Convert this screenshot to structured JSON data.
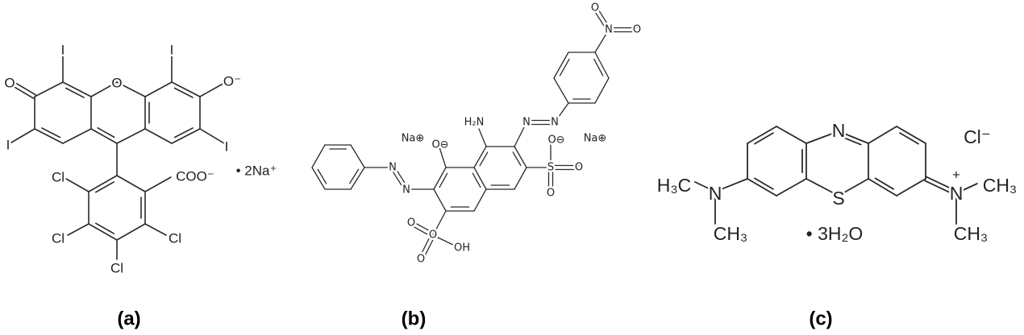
{
  "figure_labels": {
    "a": "(a)",
    "b": "(b)",
    "c": "(c)"
  },
  "molecule_a": {
    "labels": {
      "i_top_left": "I",
      "o_keto": "O",
      "i_left": "I",
      "o_ring": "O",
      "i_top_right": "I",
      "o_minus": "O⁻",
      "i_right": "I",
      "cl_upper_left": "Cl",
      "coo": "COO⁻",
      "cl_lower_right": "Cl",
      "cl_lower_left": "Cl",
      "cl_bottom": "Cl"
    },
    "counterion": "• 2Na⁺"
  },
  "molecule_b": {
    "labels": {
      "na_left": "Na⊕",
      "o_phenolate": "O⊖",
      "h2n": "H₂N",
      "n_azo_right_1": "N",
      "n_azo_right_2": "N",
      "n_azo_left_1": "N",
      "n_azo_left_2": "N",
      "o_sulfonate_minus": "O⊖",
      "na_right": "Na⊕",
      "s": "S",
      "o_s_right": "O",
      "o_s_bottom": "O",
      "o_so3h_center": "O",
      "o_so3h_upper": "O",
      "o_so3h_lower": "O",
      "oh": "OH",
      "n_nitro": "N",
      "o_nitro_top": "O",
      "o_nitro_right": "O"
    }
  },
  "molecule_c": {
    "labels": {
      "n_ring": "N",
      "s_ring": "S",
      "cl": "Cl⁻",
      "h3c_left": "H₃C",
      "n_left": "N",
      "ch3_left_bottom": "CH₃",
      "n_plus": "N",
      "plus": "+",
      "ch3_right": "CH₃",
      "ch3_right_bottom": "CH₃"
    },
    "hydrate": "• 3H₂O"
  }
}
